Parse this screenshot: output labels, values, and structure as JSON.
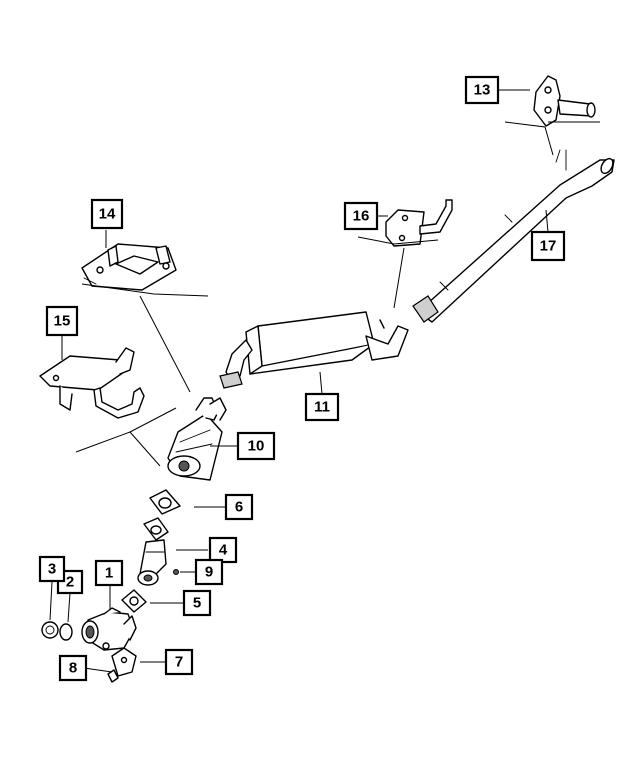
{
  "diagram": {
    "callouts": [
      {
        "id": "c1",
        "label": "1"
      },
      {
        "id": "c2",
        "label": "2"
      },
      {
        "id": "c3",
        "label": "3"
      },
      {
        "id": "c4",
        "label": "4"
      },
      {
        "id": "c5",
        "label": "5"
      },
      {
        "id": "c6",
        "label": "6"
      },
      {
        "id": "c7",
        "label": "7"
      },
      {
        "id": "c8",
        "label": "8"
      },
      {
        "id": "c9",
        "label": "9"
      },
      {
        "id": "c10",
        "label": "10"
      },
      {
        "id": "c11",
        "label": "11"
      },
      {
        "id": "c13",
        "label": "13"
      },
      {
        "id": "c14",
        "label": "14"
      },
      {
        "id": "c15",
        "label": "15"
      },
      {
        "id": "c16",
        "label": "16"
      },
      {
        "id": "c17",
        "label": "17"
      }
    ]
  }
}
